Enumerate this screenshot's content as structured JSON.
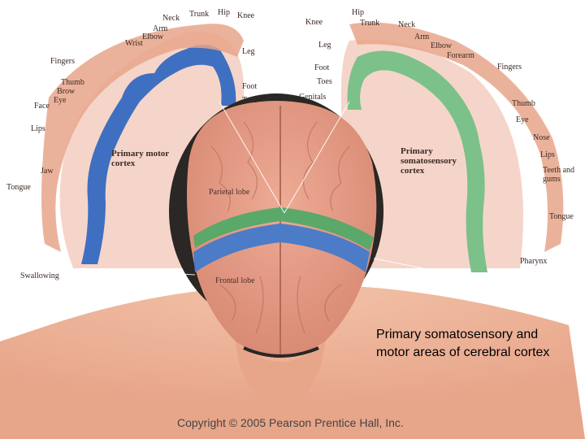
{
  "motor": {
    "title": "Primary motor cortex",
    "labels": {
      "neck": "Neck",
      "trunk": "Trunk",
      "hip": "Hip",
      "knee": "Knee",
      "arm": "Arm",
      "elbow": "Elbow",
      "wrist": "Wrist",
      "leg": "Leg",
      "fingers": "Fingers",
      "thumb": "Thumb",
      "brow": "Brow",
      "eye": "Eye",
      "face": "Face",
      "foot": "Foot",
      "toes": "Toes",
      "lips": "Lips",
      "jaw": "Jaw",
      "tongue": "Tongue",
      "swallowing": "Swallowing"
    }
  },
  "sensory": {
    "title": "Primary somatosensory cortex",
    "labels": {
      "hip": "Hip",
      "knee": "Knee",
      "trunk": "Trunk",
      "neck": "Neck",
      "arm": "Arm",
      "leg": "Leg",
      "elbow": "Elbow",
      "forearm": "Forearm",
      "foot": "Foot",
      "fingers": "Fingers",
      "toes": "Toes",
      "genitals": "Genitals",
      "thumb": "Thumb",
      "eye": "Eye",
      "nose": "Nose",
      "lips": "Lips",
      "teeth_gums": "Teeth and gums",
      "tongue": "Tongue",
      "pharynx": "Pharynx"
    }
  },
  "brain": {
    "parietal": "Parietal lobe",
    "frontal": "Frontal lobe"
  },
  "caption": "Primary somatosensory and motor areas of cerebral cortex",
  "copyright": "Copyright © 2005 Pearson Prentice Hall, Inc.",
  "colors": {
    "motor": "#3f6fc0",
    "sensory": "#7cc08a",
    "tissue": "#f3cfc0",
    "skin": "#e8a78c",
    "brain": "#e09a86",
    "hair": "#2a2724"
  }
}
